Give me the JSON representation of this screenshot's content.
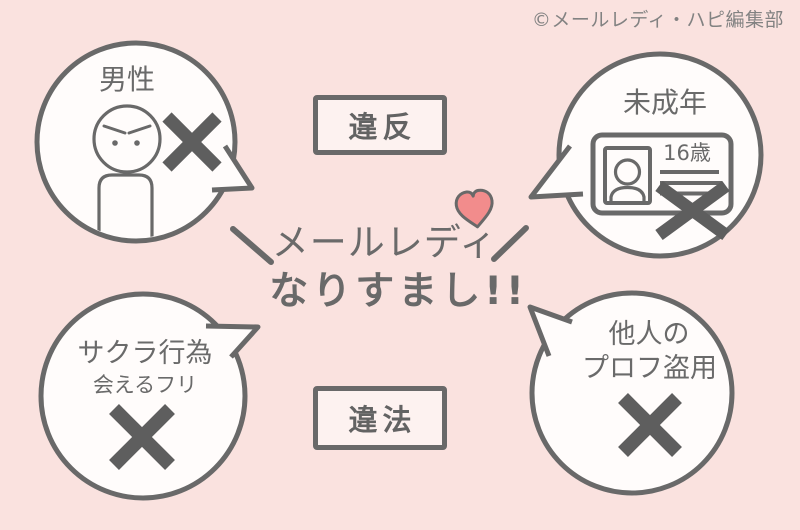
{
  "page": {
    "copyright": "©メールレディ・ハピ編集部",
    "background": "#fae2df"
  },
  "center": {
    "title": "メールレディ",
    "subtitle": "なりすまし!!",
    "decor": "emphasis-slashes-and-heart"
  },
  "badges": {
    "violation": "違反",
    "illegal": "違法"
  },
  "bubbles": {
    "male": {
      "label": "男性",
      "icons": [
        "angry-man-icon",
        "x-mark-icon"
      ]
    },
    "minor": {
      "label": "未成年",
      "id_card_age": "16歳",
      "icons": [
        "id-card-icon",
        "x-mark-icon"
      ]
    },
    "sakura": {
      "label_line1": "サクラ行為",
      "label_line2": "会えるフリ",
      "icons": [
        "x-mark-icon"
      ]
    },
    "stolen_profile": {
      "label_line1": "他人の",
      "label_line2": "プロフ盗用",
      "icons": [
        "x-mark-icon"
      ]
    }
  },
  "icons": {
    "x_mark": "✕",
    "heart": "♥",
    "angry_man": "stick-figure-with-angry-brows",
    "id_card": "id-card-with-photo-and-text-lines"
  },
  "colors": {
    "background": "#fae2df",
    "outline": "#696969",
    "bubble_fill": "#fffcfb",
    "x_mark": "#5e5e5e",
    "heart_fill": "#f28c8c",
    "text": "#6a6a6a",
    "badge_fill": "#fdf2f0",
    "copyright_text": "#828282"
  }
}
